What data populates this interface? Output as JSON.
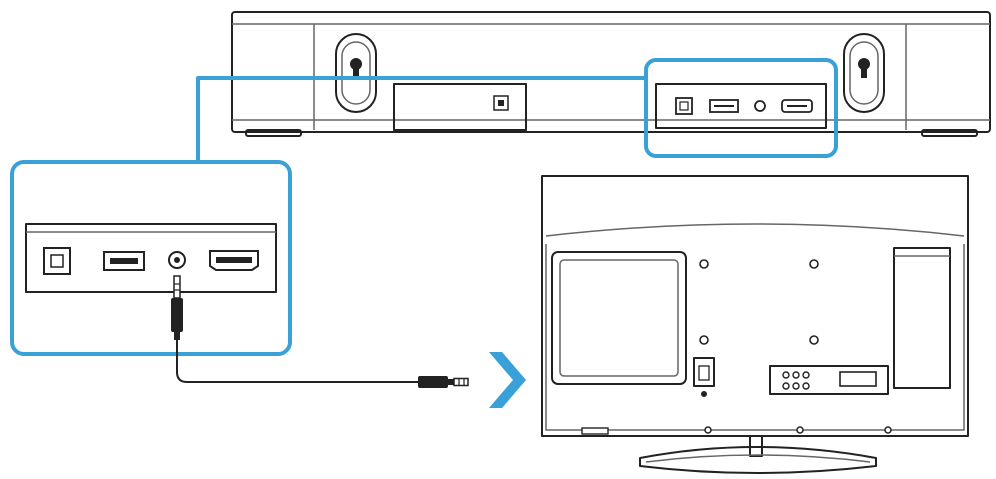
{
  "diagram": {
    "kind": "connection-illustration",
    "devices": [
      "soundbar",
      "television"
    ],
    "soundbar_ports": [
      "optical-port",
      "usb-port",
      "aux-port",
      "hdmi-port"
    ],
    "cable": "3.5mm-aux-cable",
    "highlight_color": "#3aa0d8",
    "line_color": "#222222"
  }
}
